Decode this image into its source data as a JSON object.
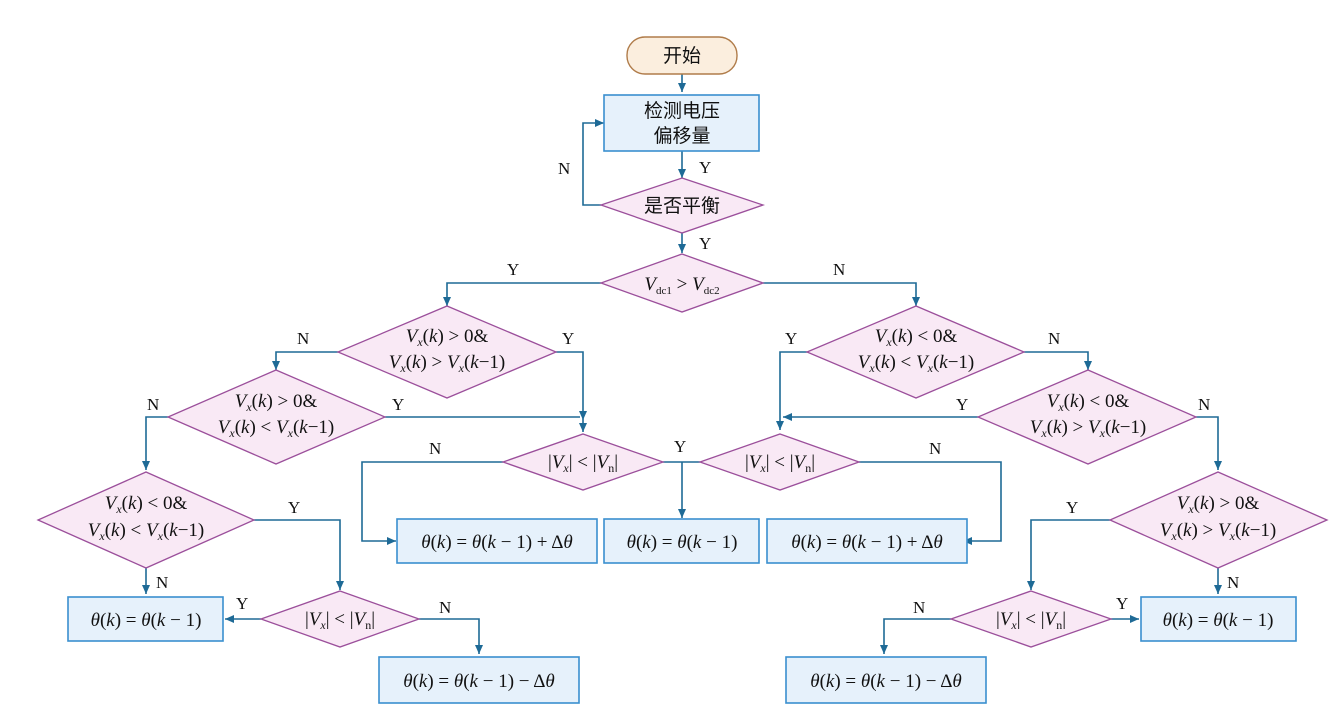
{
  "colors": {
    "box_fill": "#e6f1fb",
    "box_stroke": "#3a8fcf",
    "decision_fill": "#f9e9f5",
    "decision_stroke": "#9b4f9b",
    "start_fill": "#fbeede",
    "start_stroke": "#b07c4a",
    "line": "#1e6a96"
  },
  "nodes": {
    "start": "开始",
    "detect_line1": "检测电压",
    "detect_line2": "偏移量",
    "balanced": "是否平衡",
    "vdc_compare": "V_dc1 > V_dc2",
    "dl1": [
      "V_x(k) > 0&",
      "V_x(k) > V_x(k−1)"
    ],
    "dl2": [
      "V_x(k) > 0&",
      "V_x(k) < V_x(k−1)"
    ],
    "dl3": [
      "V_x(k) < 0&",
      "V_x(k) < V_x(k−1)"
    ],
    "dr1": [
      "V_x(k) < 0&",
      "V_x(k) < V_x(k−1)"
    ],
    "dr2": [
      "V_x(k) < 0&",
      "V_x(k) > V_x(k−1)"
    ],
    "dr3": [
      "V_x(k) > 0&",
      "V_x(k) > V_x(k−1)"
    ],
    "abs_cmp": "|V_x| < |V_n|",
    "hold": "θ(k) = θ(k−1)",
    "inc": "θ(k) = θ(k−1) + Δθ",
    "dec": "θ(k) = θ(k−1) − Δθ"
  },
  "labels": {
    "yes": "Y",
    "no": "N"
  }
}
